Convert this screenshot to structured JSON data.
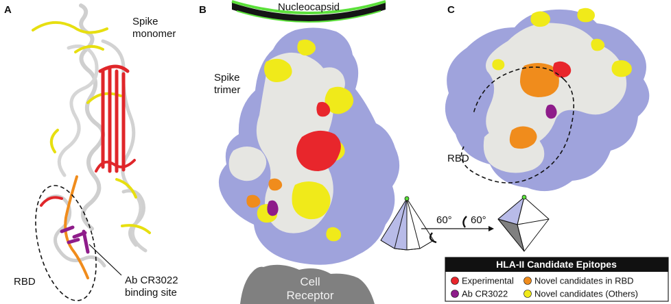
{
  "panels": {
    "a": {
      "letter": "A",
      "title_line1": "Spike",
      "title_line2": "monomer",
      "rbd_label": "RBD",
      "ab_label_line1": "Ab CR3022",
      "ab_label_line2": "binding site"
    },
    "b": {
      "letter": "B",
      "nucleocapsid_label": "Nucleocapsid",
      "trimer_line1": "Spike",
      "trimer_line2": "trimer",
      "receptor_line1": "Cell",
      "receptor_line2": "Receptor"
    },
    "c": {
      "letter": "C",
      "rbd_label": "RBD"
    }
  },
  "rotation": {
    "angle1": "60°",
    "angle2": "60°"
  },
  "legend": {
    "title": "HLA-II Candidate Epitopes",
    "items": [
      {
        "label": "Experimental",
        "color": "#e8262c"
      },
      {
        "label": "Novel candidates in RBD",
        "color": "#f08c1c"
      },
      {
        "label": "Ab CR3022",
        "color": "#8e1c8a"
      },
      {
        "label": "Novel candidates (Others)",
        "color": "#f0ea1a"
      }
    ]
  },
  "colors": {
    "surface_blue": "#9fa3dc",
    "surface_white": "#e6e6e2",
    "receptor_gray": "#808080",
    "nucleocapsid_green": "#5be03a"
  }
}
